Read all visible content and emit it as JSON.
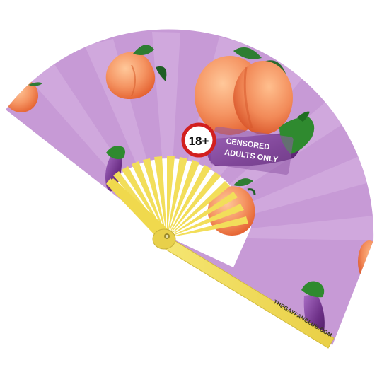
{
  "product": {
    "badge_text": "18+",
    "banner_line1": "CENSORED",
    "banner_line2": "ADULTS ONLY",
    "brand": "THEGAYFANCLUB.COM"
  },
  "colors": {
    "fan_lilac": "#c79ad6",
    "fan_ray_light": "#d6b1e2",
    "bamboo_yellow": "#f2de5a",
    "bamboo_edge": "#c9b23a",
    "peach": "#f59a6a",
    "eggplant": "#7d3f96",
    "badge_red": "#d21f1f"
  }
}
